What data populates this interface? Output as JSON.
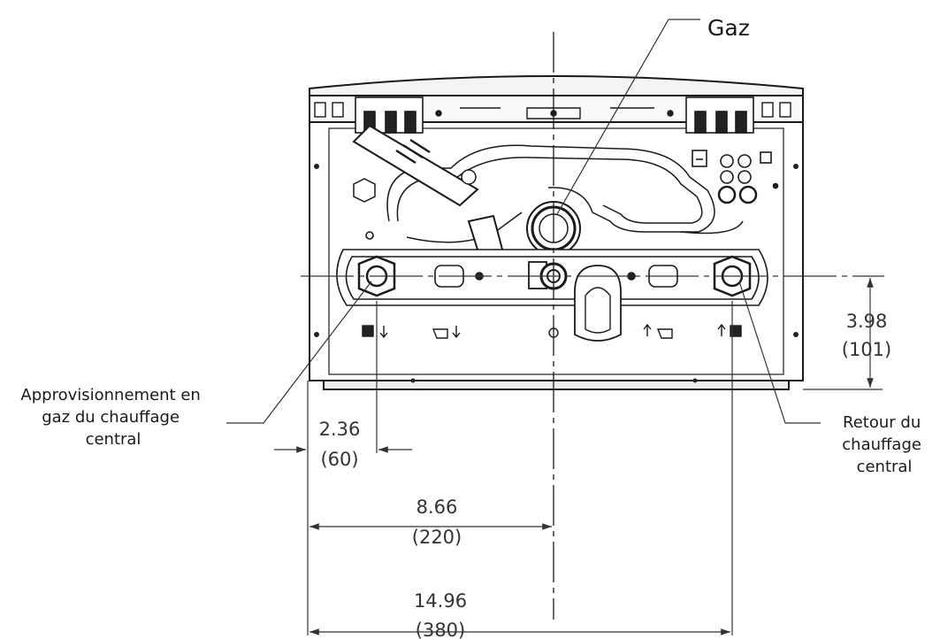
{
  "callouts": {
    "gas": "Gaz",
    "supply": [
      "Approvisionnement en",
      "gaz du chauffage",
      "central"
    ],
    "return": [
      "Retour du",
      "chauffage",
      "central"
    ]
  },
  "dimensions": {
    "height_offset": {
      "inches": "3.98",
      "mm": "(101)"
    },
    "left_offset": {
      "inches": "2.36",
      "mm": "(60)"
    },
    "center_offset": {
      "inches": "8.66",
      "mm": "(220)"
    },
    "total_width": {
      "inches": "14.96",
      "mm": "(380)"
    }
  },
  "colors": {
    "line": "#1a1a1a",
    "dim_line": "#333333"
  }
}
